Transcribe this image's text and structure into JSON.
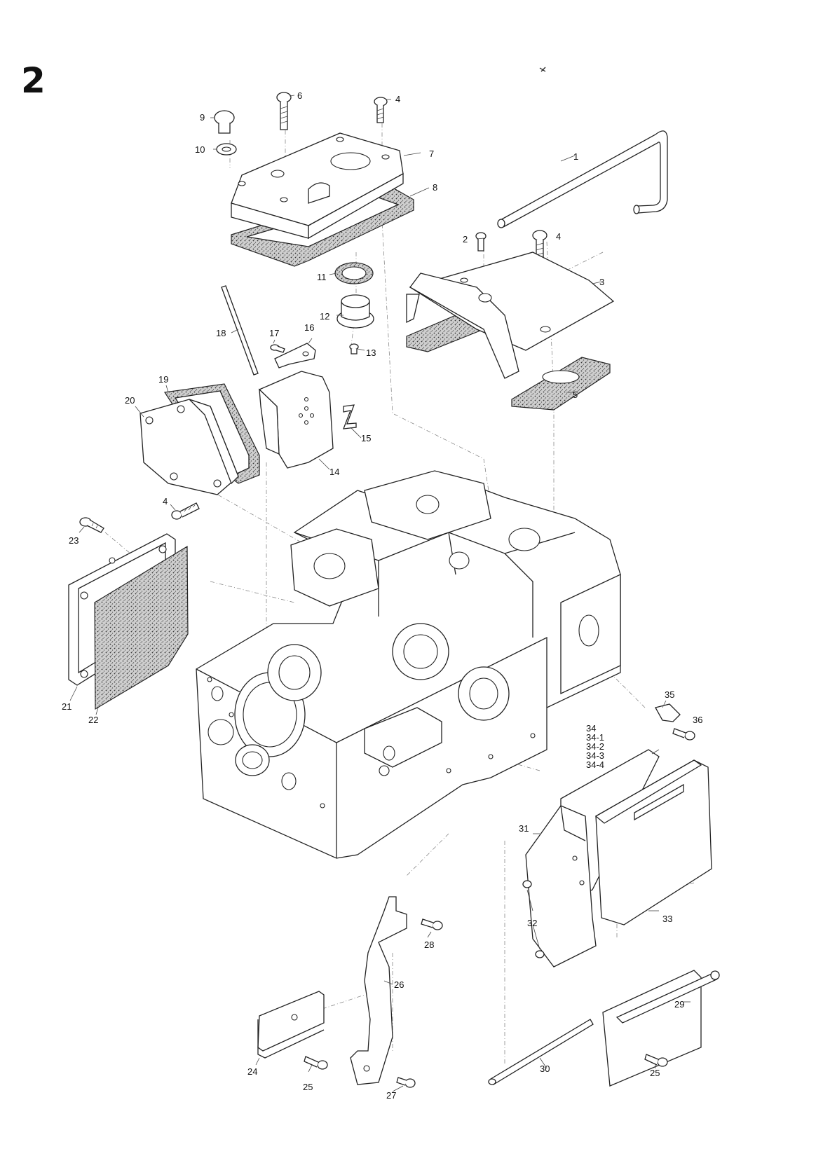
{
  "page_number": "2",
  "callouts": [
    {
      "id": "c1",
      "text": "1"
    },
    {
      "id": "c2",
      "text": "2"
    },
    {
      "id": "c3",
      "text": "3"
    },
    {
      "id": "c4a",
      "text": "4"
    },
    {
      "id": "c4b",
      "text": "4"
    },
    {
      "id": "c4c",
      "text": "4"
    },
    {
      "id": "c5",
      "text": "5"
    },
    {
      "id": "c6",
      "text": "6"
    },
    {
      "id": "c7",
      "text": "7"
    },
    {
      "id": "c8",
      "text": "8"
    },
    {
      "id": "c9",
      "text": "9"
    },
    {
      "id": "c10",
      "text": "10"
    },
    {
      "id": "c11",
      "text": "11"
    },
    {
      "id": "c12",
      "text": "12"
    },
    {
      "id": "c13",
      "text": "13"
    },
    {
      "id": "c14",
      "text": "14"
    },
    {
      "id": "c15",
      "text": "15"
    },
    {
      "id": "c16",
      "text": "16"
    },
    {
      "id": "c17",
      "text": "17"
    },
    {
      "id": "c18",
      "text": "18"
    },
    {
      "id": "c19",
      "text": "19"
    },
    {
      "id": "c20",
      "text": "20"
    },
    {
      "id": "c21",
      "text": "21"
    },
    {
      "id": "c22",
      "text": "22"
    },
    {
      "id": "c23",
      "text": "23"
    },
    {
      "id": "c24",
      "text": "24"
    },
    {
      "id": "c25a",
      "text": "25"
    },
    {
      "id": "c25b",
      "text": "25"
    },
    {
      "id": "c26",
      "text": "26"
    },
    {
      "id": "c27",
      "text": "27"
    },
    {
      "id": "c28",
      "text": "28"
    },
    {
      "id": "c29",
      "text": "29"
    },
    {
      "id": "c30",
      "text": "30"
    },
    {
      "id": "c31",
      "text": "31"
    },
    {
      "id": "c32",
      "text": "32"
    },
    {
      "id": "c33",
      "text": "33"
    },
    {
      "id": "c34",
      "text": "34"
    },
    {
      "id": "c34_1",
      "text": "34-1"
    },
    {
      "id": "c34_2",
      "text": "34-2"
    },
    {
      "id": "c34_3",
      "text": "34-3"
    },
    {
      "id": "c34_4",
      "text": "34-4"
    },
    {
      "id": "c35",
      "text": "35"
    },
    {
      "id": "c36",
      "text": "36"
    }
  ]
}
